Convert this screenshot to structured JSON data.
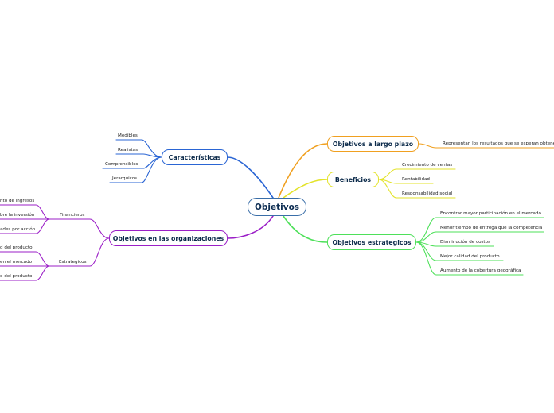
{
  "root": {
    "label": "Objetivos",
    "color": "#3a6ea8"
  },
  "branches": {
    "caracteristicas": {
      "label": "Características",
      "color": "#2a65d4",
      "items": [
        "Medibles",
        "Realistas",
        "Comprensibles",
        "Jerarquicos"
      ]
    },
    "organizaciones": {
      "label": "Objetivos en las organizaciones",
      "color": "#9b1fc7",
      "groups": [
        {
          "label": "Financieros",
          "items": [
            "nto de ingresos",
            "bre la inversión",
            "ades por acción"
          ]
        },
        {
          "label": "Estrategicos",
          "items": [
            "d del producto",
            "en el mercado",
            "o del producto"
          ]
        }
      ]
    },
    "largo_plazo": {
      "label": "Objetivos a largo plazo",
      "color": "#f0a020",
      "items": [
        "Representan los resultados que se esperan obtene"
      ]
    },
    "beneficios": {
      "label": "Beneficios",
      "color": "#e3e32a",
      "items": [
        "Crecimiento de ventas",
        "Rentabilidad",
        "Responsabilidad social"
      ]
    },
    "estrategicos": {
      "label": "Objetivos estrategicos",
      "color": "#4ee05a",
      "items": [
        "Encontrar mayor participación en el mercado",
        "Menor tiempo de entrega que la competencia",
        "Disminución de costos",
        "Mejor calidad del producto",
        "Aumento de la cobertura geográfica"
      ]
    }
  }
}
